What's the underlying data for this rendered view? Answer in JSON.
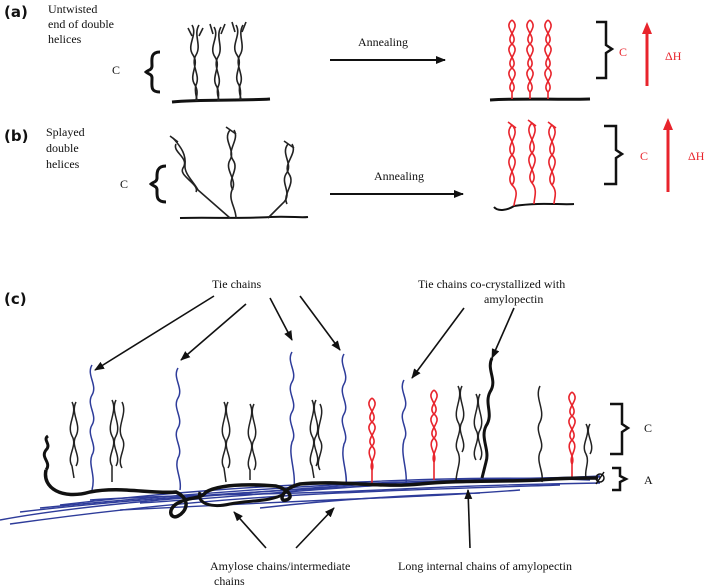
{
  "panel_a": {
    "letter": "(a)",
    "desc_line1": "Untwisted",
    "desc_line2": "end of double",
    "desc_line3": "helices",
    "c_label": "C",
    "arrow_label": "Annealing",
    "c_label_after": "C",
    "delta_label": "ΔH"
  },
  "panel_b": {
    "letter": "(b)",
    "desc_line1": "Splayed",
    "desc_line2": "double",
    "desc_line3": "helices",
    "c_label": "C",
    "arrow_label": "Annealing",
    "c_label_after": "C",
    "delta_label": "ΔH"
  },
  "panel_c": {
    "letter": "(c)",
    "tie_chains": "Tie chains",
    "cocryst_line1": "Tie chains co-crystallized with",
    "cocryst_line2": "amylopectin",
    "c_label": "C",
    "a_label": "A",
    "amylose_line1": "Amylose chains/intermediate",
    "amylose_line2": "chains",
    "long_internal": "Long internal chains of amylopectin"
  },
  "colors": {
    "black": "#111111",
    "red": "#e8242c",
    "blue": "#2e3c9a"
  }
}
